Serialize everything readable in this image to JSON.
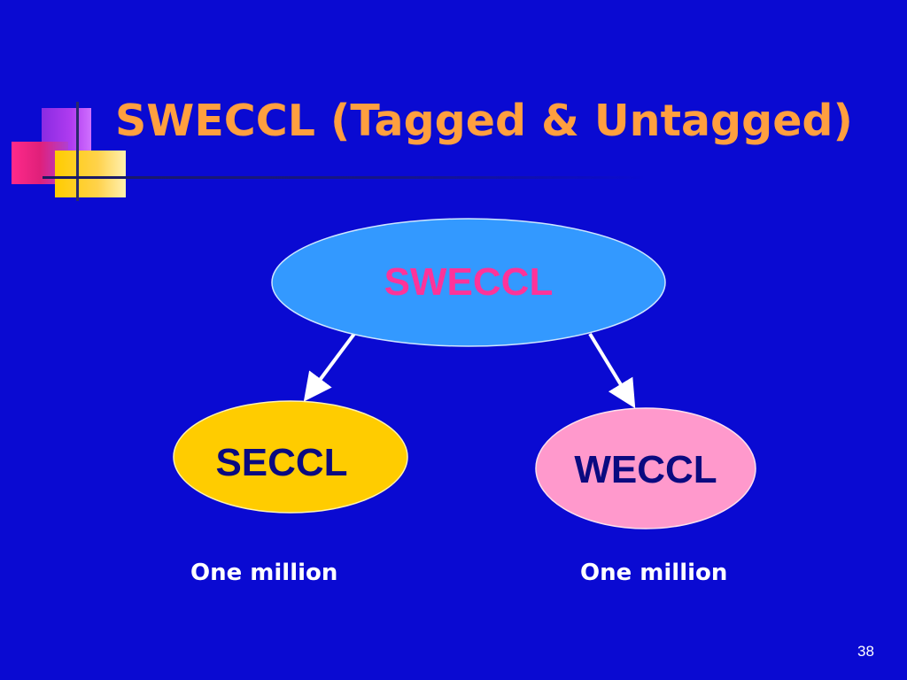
{
  "slide": {
    "title": "SWECCL (Tagged & Untagged)",
    "page_number": "38"
  },
  "diagram": {
    "root": {
      "label": "SWECCL",
      "fill": "#3399ff",
      "text_color": "#ff3399"
    },
    "children": [
      {
        "label": "SECCL",
        "fill": "#ffcc00",
        "text_color": "#0a0a80",
        "caption": "One million"
      },
      {
        "label": "WECCL",
        "fill": "#ff99cc",
        "text_color": "#0a0a80",
        "caption": "One million"
      }
    ]
  },
  "colors": {
    "background": "#0a0ad2",
    "title": "#ff9f3f",
    "arrow": "#ffffff"
  }
}
